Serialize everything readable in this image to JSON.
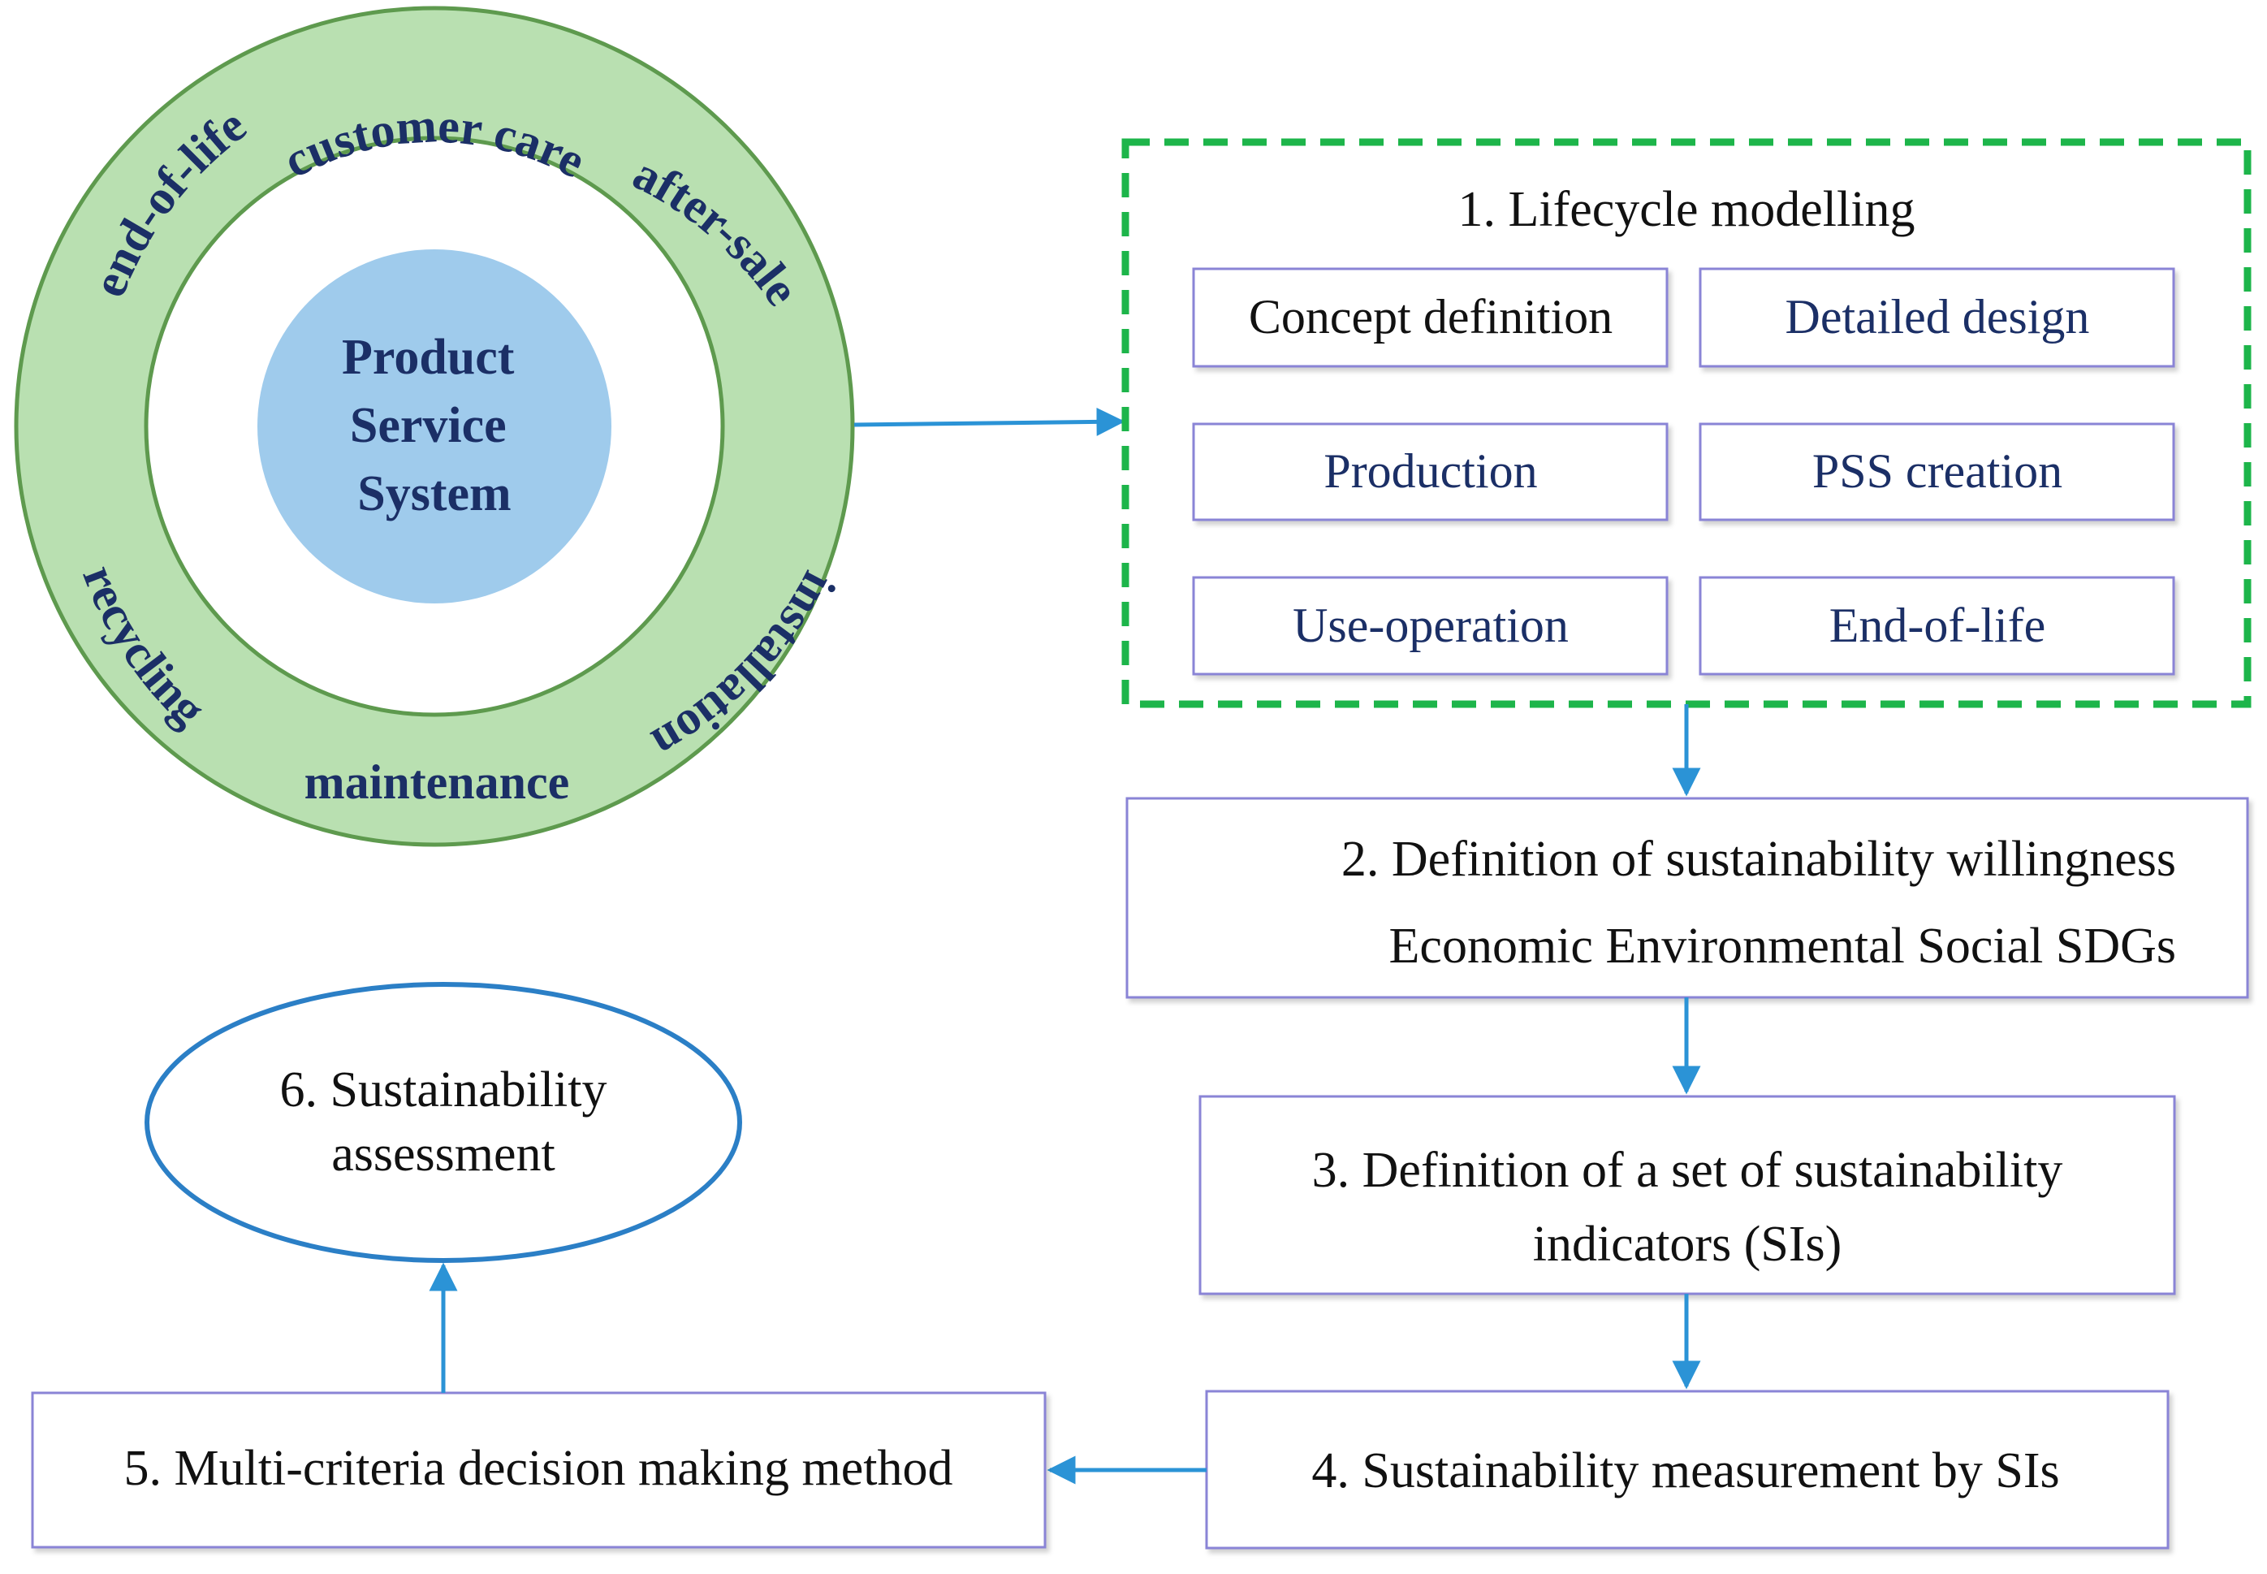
{
  "lifecycle_ring": {
    "hub_lines": [
      "Product",
      "Service",
      "System"
    ],
    "stages": [
      "customer care",
      "after-sale",
      "installation",
      "maintenance",
      "recycling",
      "end-of-life"
    ]
  },
  "steps": {
    "step1": {
      "title": "1. Lifecycle modelling",
      "phases": [
        "Concept definition",
        "Detailed design",
        "Production",
        "PSS creation",
        "Use-operation",
        "End-of-life"
      ]
    },
    "step2": {
      "line1": "2. Definition of sustainability willingness",
      "line2": "Economic  Environmental Social SDGs"
    },
    "step3": {
      "line1": "3. Definition of a set of sustainability",
      "line2": "indicators (SIs)"
    },
    "step4": {
      "label": "4. Sustainability measurement by SIs"
    },
    "step5": {
      "label": "5. Multi-criteria decision making method"
    },
    "step6": {
      "line1": "6. Sustainability",
      "line2": "assessment"
    }
  },
  "colors": {
    "ring_fill": "#b9e0b1",
    "ring_stroke": "#5e9a4e",
    "hub_fill": "#9fcbec",
    "dashed_border": "#1db54a",
    "box_border": "#8a84d6",
    "arrow": "#2b93d6",
    "ellipse_stroke": "#2b7fc6",
    "text_navy": "#1b2f66"
  }
}
